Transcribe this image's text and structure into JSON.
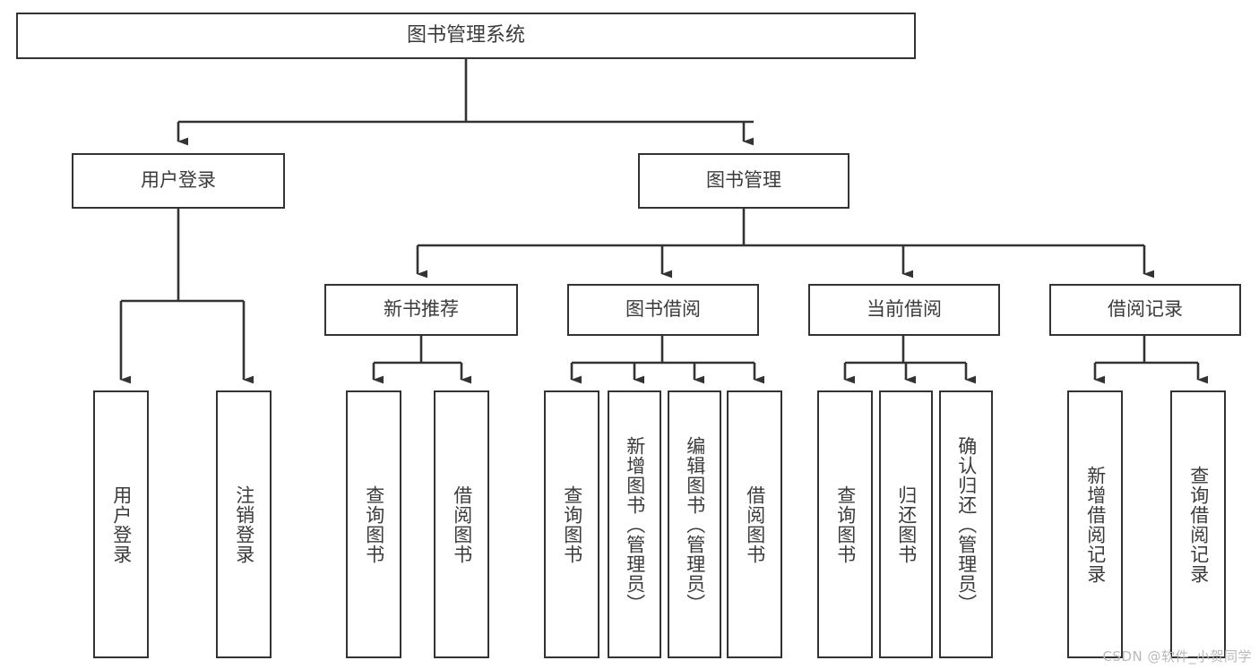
{
  "diagram": {
    "type": "tree",
    "root": {
      "label": "图书管理系统"
    },
    "level2": [
      {
        "label": "用户登录"
      },
      {
        "label": "图书管理"
      }
    ],
    "level3": [
      {
        "label": "新书推荐"
      },
      {
        "label": "图书借阅"
      },
      {
        "label": "当前借阅"
      },
      {
        "label": "借阅记录"
      }
    ],
    "leaves": [
      {
        "label": "用户登录",
        "parent": "用户登录"
      },
      {
        "label": "注销登录",
        "parent": "用户登录"
      },
      {
        "label": "查询图书",
        "parent": "新书推荐"
      },
      {
        "label": "借阅图书",
        "parent": "新书推荐"
      },
      {
        "label": "查询图书",
        "parent": "图书借阅"
      },
      {
        "label": "新增图书（管理员）",
        "parent": "图书借阅"
      },
      {
        "label": "编辑图书（管理员）",
        "parent": "图书借阅"
      },
      {
        "label": "借阅图书",
        "parent": "图书借阅"
      },
      {
        "label": "查询图书",
        "parent": "当前借阅"
      },
      {
        "label": "归还图书",
        "parent": "当前借阅"
      },
      {
        "label": "确认归还（管理员）",
        "parent": "当前借阅"
      },
      {
        "label": "新增借阅记录",
        "parent": "借阅记录"
      },
      {
        "label": "查询借阅记录",
        "parent": "借阅记录"
      }
    ]
  },
  "watermark": {
    "text": "CSDN @软件_小贺同学"
  },
  "colors": {
    "box_border": "#333333",
    "box_fill": "#ffffff",
    "text": "#3b3b3b",
    "edge": "#333333",
    "watermark": "#b9b9b9",
    "background": "#ffffff"
  }
}
